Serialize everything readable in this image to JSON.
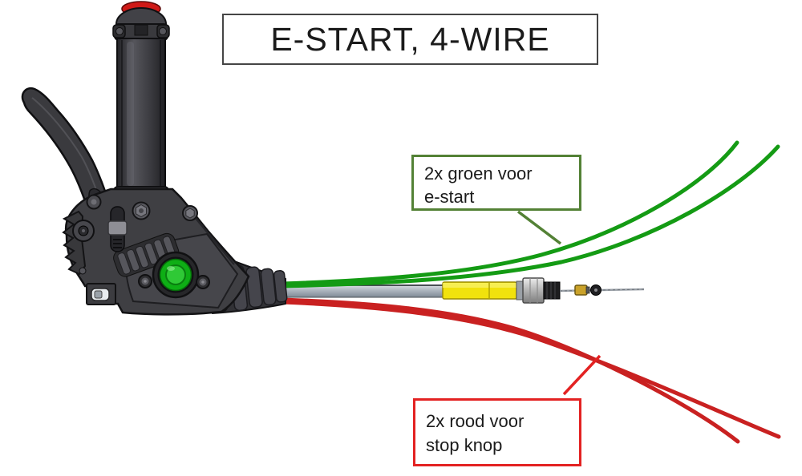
{
  "title": "E-START, 4-WIRE",
  "labels": {
    "green": {
      "line1": "2x groen voor",
      "line2": "e-start"
    },
    "red": {
      "line1": "2x rood voor",
      "line2": "stop knop"
    }
  },
  "colors": {
    "wire_green": "#149b14",
    "wire_red": "#c92121",
    "green_label_border": "#538135",
    "red_label_border": "#e32222",
    "yellow_sleeve": "#f1e20d",
    "e_start_button_green": "#0eae15",
    "stop_button_red": "#cf1a17",
    "cable_sheath_gray": "#aab3bd"
  }
}
